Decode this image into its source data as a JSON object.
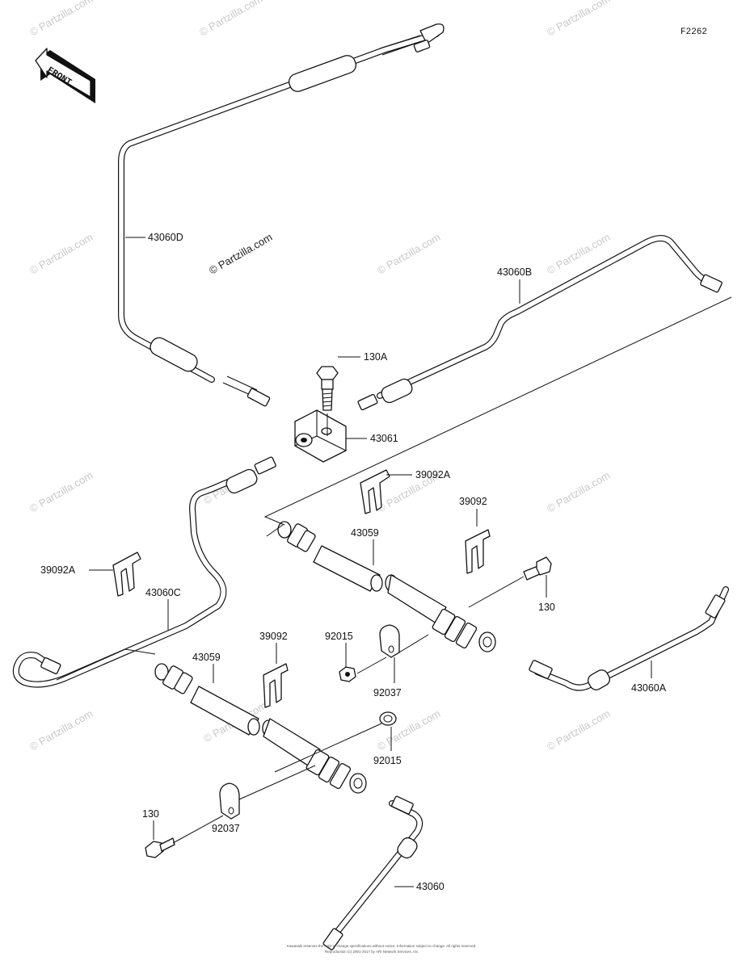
{
  "figure_code": "F2262",
  "front_label": "FRONT",
  "watermark": "© Partzilla.com",
  "labels": {
    "p43060D": "43060D",
    "p43060B": "43060B",
    "p130A": "130A",
    "p43061": "43061",
    "p39092A_top": "39092A",
    "p39092_right": "39092",
    "p43059_upper": "43059",
    "p39092A_left": "39092A",
    "p43060C": "43060C",
    "p130_right": "130",
    "p92015_upper": "92015",
    "p39092_mid": "39092",
    "p43059_lower": "43059",
    "p92037_upper": "92037",
    "p43060A": "43060A",
    "p92015_lower": "92015",
    "p130_left": "130",
    "p92037_lower": "92037",
    "p43060": "43060"
  },
  "footer": {
    "line1": "Kawasaki reserves the right to change specifications without notice. Information subject to change. All rights reserved.",
    "line2": "Reproduction (c) 2001-2017 by ARI Network Services, Inc."
  }
}
